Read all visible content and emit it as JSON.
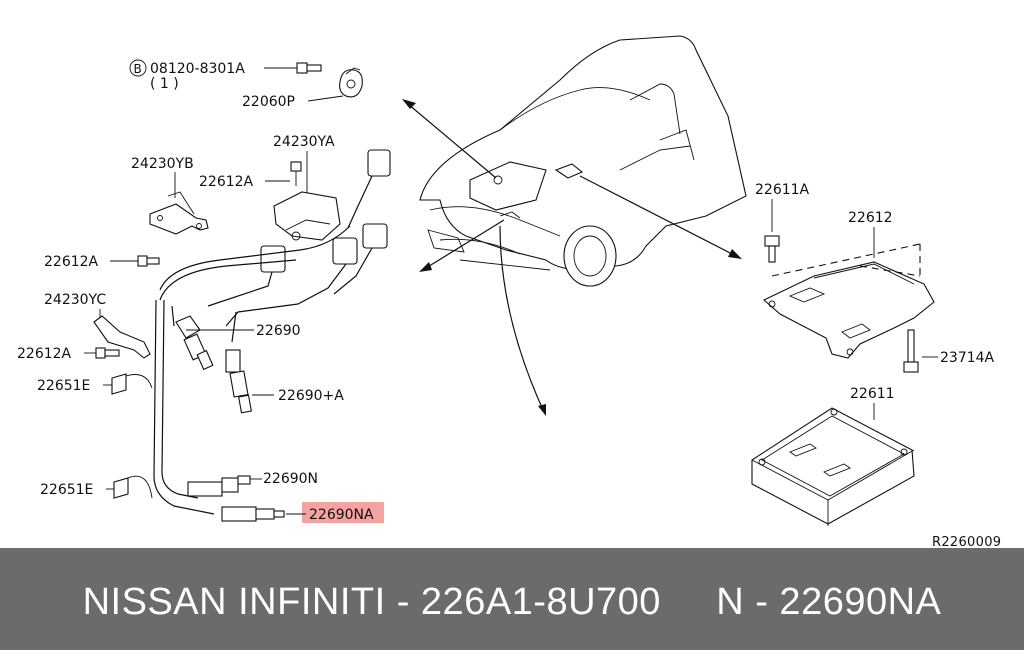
{
  "diagram": {
    "bolt_symbol": "B",
    "bolt_spec": "08120-8301A",
    "bolt_qty": "( 1 )",
    "labels": {
      "knock_sensor": "22060P",
      "bracket_yb": "24230YB",
      "bracket_ya": "24230YA",
      "bolt_top": "22612A",
      "bolt_left": "22612A",
      "bracket_yc": "24230YC",
      "bolt_yc": "22612A",
      "clip_upper": "22651E",
      "clip_lower": "22651E",
      "sensor_a": "22690",
      "sensor_b": "22690+A",
      "sensor_n": "22690N",
      "sensor_na": "22690NA",
      "bolt_ecm": "22611A",
      "bracket_ecm": "22612",
      "bolt_bottom": "23714A",
      "ecm": "22611"
    },
    "ref_code": "R2260009",
    "highlight_color": "#f4a3a3"
  },
  "footer": {
    "text": "NISSAN INFINITI - 226A1-8U700     N - 22690NA",
    "background": "#6b6b6b"
  }
}
